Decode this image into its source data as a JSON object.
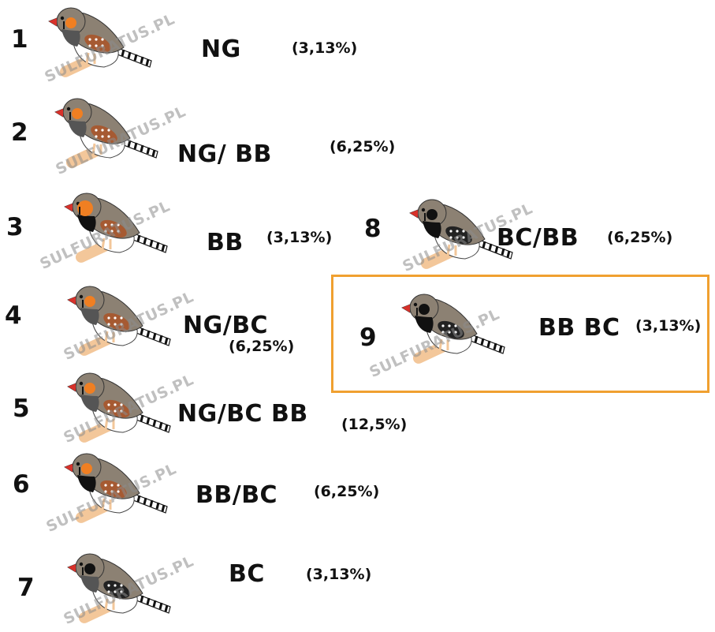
{
  "watermark": "SULFURATUS.PL",
  "colors": {
    "highlight": "#f0a030",
    "body": "#8c8173",
    "cheek": "#f07f22",
    "beak": "#d8312a",
    "chest": "#111111"
  },
  "entries": [
    {
      "number": "1",
      "genotype": "NG",
      "percent": "(3,13%)",
      "bird": {
        "cheek": "orange",
        "chest": "grey",
        "flank": "brown"
      }
    },
    {
      "number": "2",
      "genotype": "NG/ BB",
      "percent": "(6,25%)",
      "bird": {
        "cheek": "orange",
        "chest": "grey",
        "flank": "brown"
      }
    },
    {
      "number": "3",
      "genotype": "BB",
      "percent": "(3,13%)",
      "bird": {
        "cheek": "orange-large",
        "chest": "black",
        "flank": "brown"
      }
    },
    {
      "number": "4",
      "genotype": "NG/BC",
      "percent": "(6,25%)",
      "bird": {
        "cheek": "orange",
        "chest": "grey",
        "flank": "brown"
      }
    },
    {
      "number": "5",
      "genotype": "NG/BC BB",
      "percent": "(12,5%)",
      "bird": {
        "cheek": "orange",
        "chest": "grey",
        "flank": "brown"
      }
    },
    {
      "number": "6",
      "genotype": "BB/BC",
      "percent": "(6,25%)",
      "bird": {
        "cheek": "orange",
        "chest": "black",
        "flank": "brown"
      }
    },
    {
      "number": "7",
      "genotype": "BC",
      "percent": "(3,13%)",
      "bird": {
        "cheek": "black",
        "chest": "grey",
        "flank": "black"
      }
    },
    {
      "number": "8",
      "genotype": "BC/BB",
      "percent": "(6,25%)",
      "bird": {
        "cheek": "black",
        "chest": "black",
        "flank": "black"
      }
    },
    {
      "number": "9",
      "genotype": "BB BC",
      "percent": "(3,13%)",
      "bird": {
        "cheek": "black",
        "chest": "black",
        "flank": "black"
      },
      "highlighted": true
    }
  ]
}
